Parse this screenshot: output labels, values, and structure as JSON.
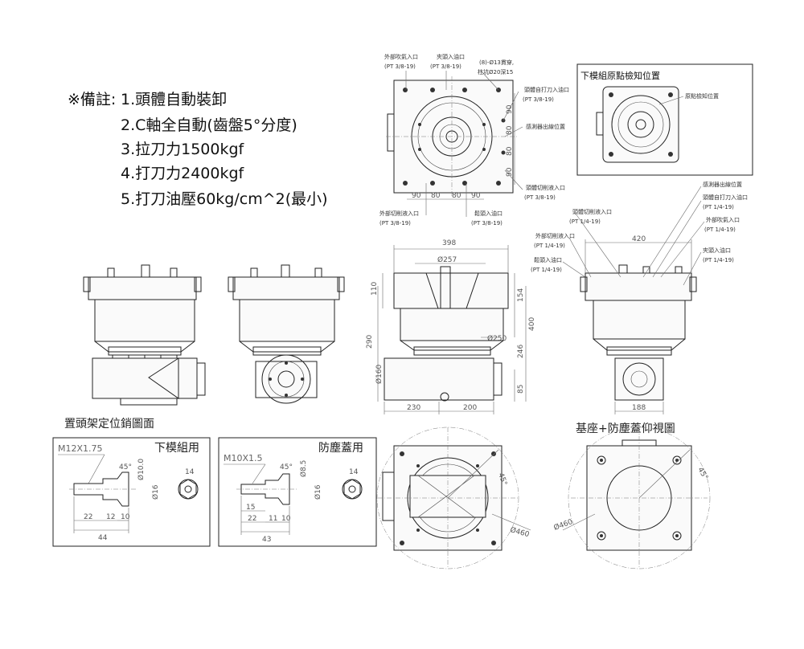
{
  "notes": {
    "prefix": "※備註:",
    "items": [
      "1.頭體自動裝卸",
      "2.C軸全自動(齒盤5°分度)",
      "3.拉刀力1500kgf",
      "4.打刀力2400kgf",
      "5.打刀油壓60kg/cm^2(最小)"
    ]
  },
  "top_view": {
    "labels": [
      "外部吹氣入口",
      "(PT 3/8-19)",
      "夾頭入油口",
      "(PT 3/8-19)",
      "(8)-Ø13貫穿,",
      "柱坑Ø20深15",
      "頭體自打刀入油口",
      "(PT 3/8-19)",
      "感測器出線位置",
      "頭體切削液入口",
      "(PT 3/8-19)",
      "外部切削液入口",
      "(PT 3/8-19)",
      "鬆頭入油口",
      "(PT 3/8-19)"
    ],
    "dims": [
      "90",
      "80",
      "80",
      "90",
      "90",
      "80",
      "80",
      "90"
    ]
  },
  "origin_view": {
    "title": "下模組原點檢知位置",
    "label": "原點檢知位置"
  },
  "side_right_labels": [
    "感測器出線位置",
    "頭體自打刀入油口",
    "(PT 1/4-19)",
    "外部吹氣入口",
    "(PT 1/4-19)",
    "夾頭入油口",
    "(PT 1/4-19)",
    "頭體切削液入口",
    "(PT 1/4-19)",
    "外部切削液入口",
    "(PT 1/4-19)",
    "鬆頭入油口",
    "(PT 1/4-19)"
  ],
  "side_dims": {
    "width": "398",
    "d257": "Ø257",
    "d250": "Ø250",
    "h110": "110",
    "h154": "154",
    "h290": "290",
    "h400": "400",
    "h246": "246",
    "h85": "85",
    "d160": "Ø160",
    "w230": "230",
    "w200": "200",
    "w420": "420",
    "w188": "188"
  },
  "pin_section": {
    "title": "置頭架定位銷圖面",
    "lower": {
      "title": "下模組用",
      "thread": "M12X1.75",
      "angle": "45°",
      "d1": "Ø10.0",
      "d2": "Ø16",
      "d3": "14",
      "l1": "22",
      "l2": "12",
      "l3": "10",
      "total": "44"
    },
    "dust": {
      "title": "防塵蓋用",
      "thread": "M10X1.5",
      "angle": "45°",
      "d1": "Ø8.5",
      "d2": "Ø16",
      "d3": "14",
      "l0": "15",
      "l1": "22",
      "l2": "11",
      "l3": "10",
      "total": "43"
    }
  },
  "bottom_views": {
    "d460a": "Ø460",
    "angle_a": "45°",
    "title": "基座+防塵蓋仰視圖",
    "d460b": "Ø460",
    "angle_b": "45°"
  }
}
